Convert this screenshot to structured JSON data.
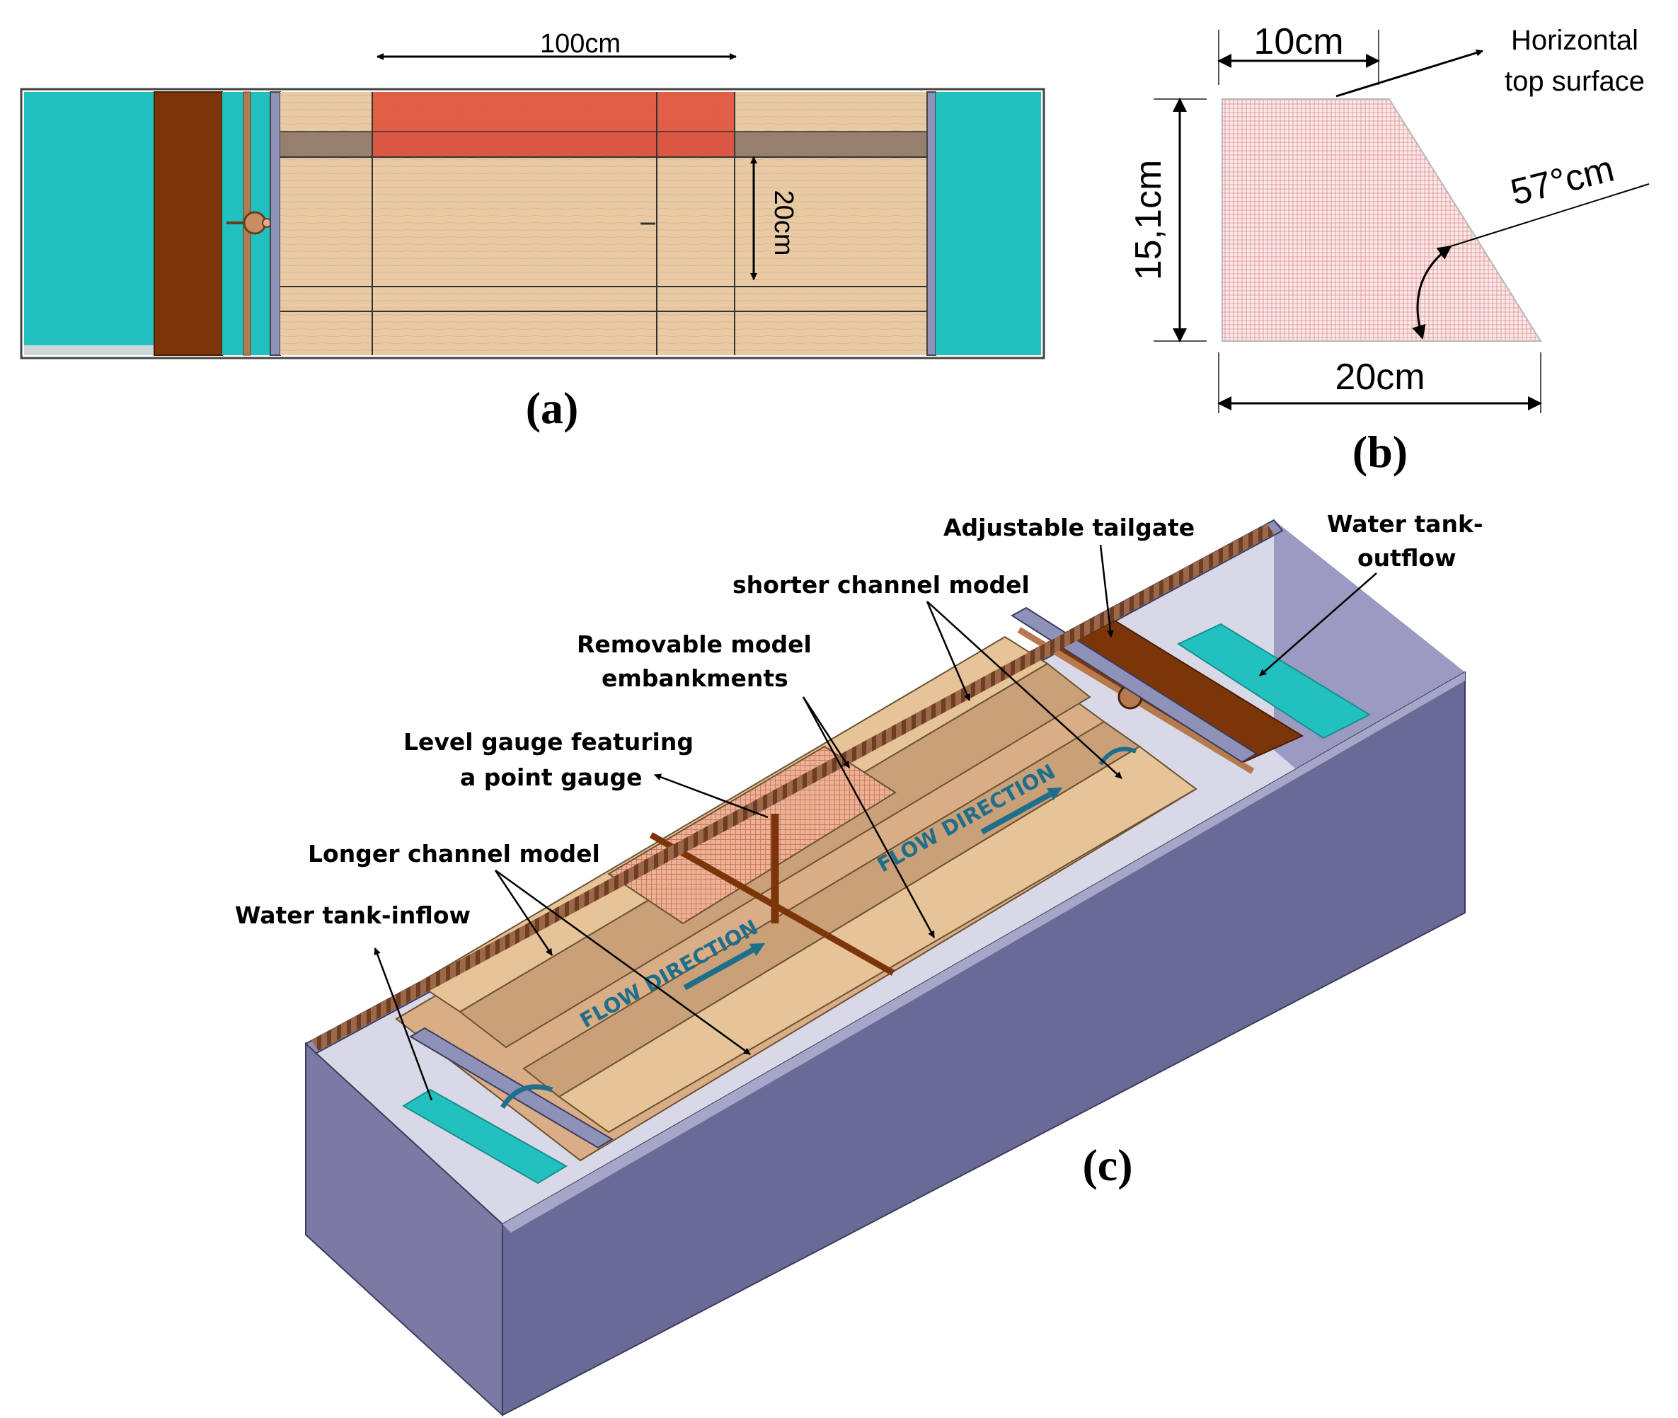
{
  "panels": {
    "a": {
      "label": "(a)",
      "dim_width": "100cm",
      "dim_height": "20cm"
    },
    "b": {
      "label": "(b)",
      "dim_top": "10cm",
      "dim_height": "15,1cm",
      "dim_bottom": "20cm",
      "angle": "57°cm",
      "surface_line1": "Horizontal",
      "surface_line2": "top surface"
    },
    "c": {
      "label": "(c)",
      "callouts": {
        "tailgate": "Adjustable tailgate",
        "outflow_line1": "Water tank-",
        "outflow_line2": "outflow",
        "shorter_channel": "shorter channel model",
        "embank_line1": "Removable model",
        "embank_line2": "embankments",
        "gauge_line1": "Level gauge featuring",
        "gauge_line2": "a point gauge",
        "longer_channel": "Longer channel model",
        "inflow": "Water tank-inflow"
      },
      "flow_label": "FLOW DIRECTION"
    }
  },
  "colors": {
    "tank_water": "#22c1bf",
    "gate_brown": "#7c3509",
    "wood_light": "#e5c7a0",
    "wood_band": "#958070",
    "embankment_red": "#e0553f",
    "flume_purple_front": "#6a6a96",
    "flume_purple_top": "#9a9ac2",
    "flow_arrow": "#1f6e8c"
  }
}
